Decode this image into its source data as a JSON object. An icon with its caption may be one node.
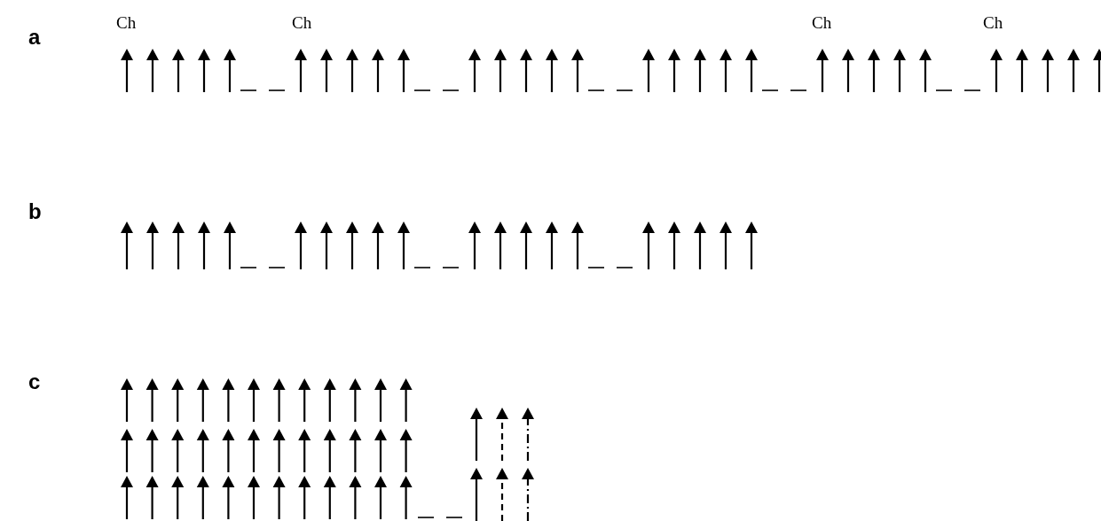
{
  "diagram": {
    "labels": [
      "Ch",
      "Ch",
      "Ch",
      "Ch",
      "a",
      "b",
      "c"
    ]
  }
}
